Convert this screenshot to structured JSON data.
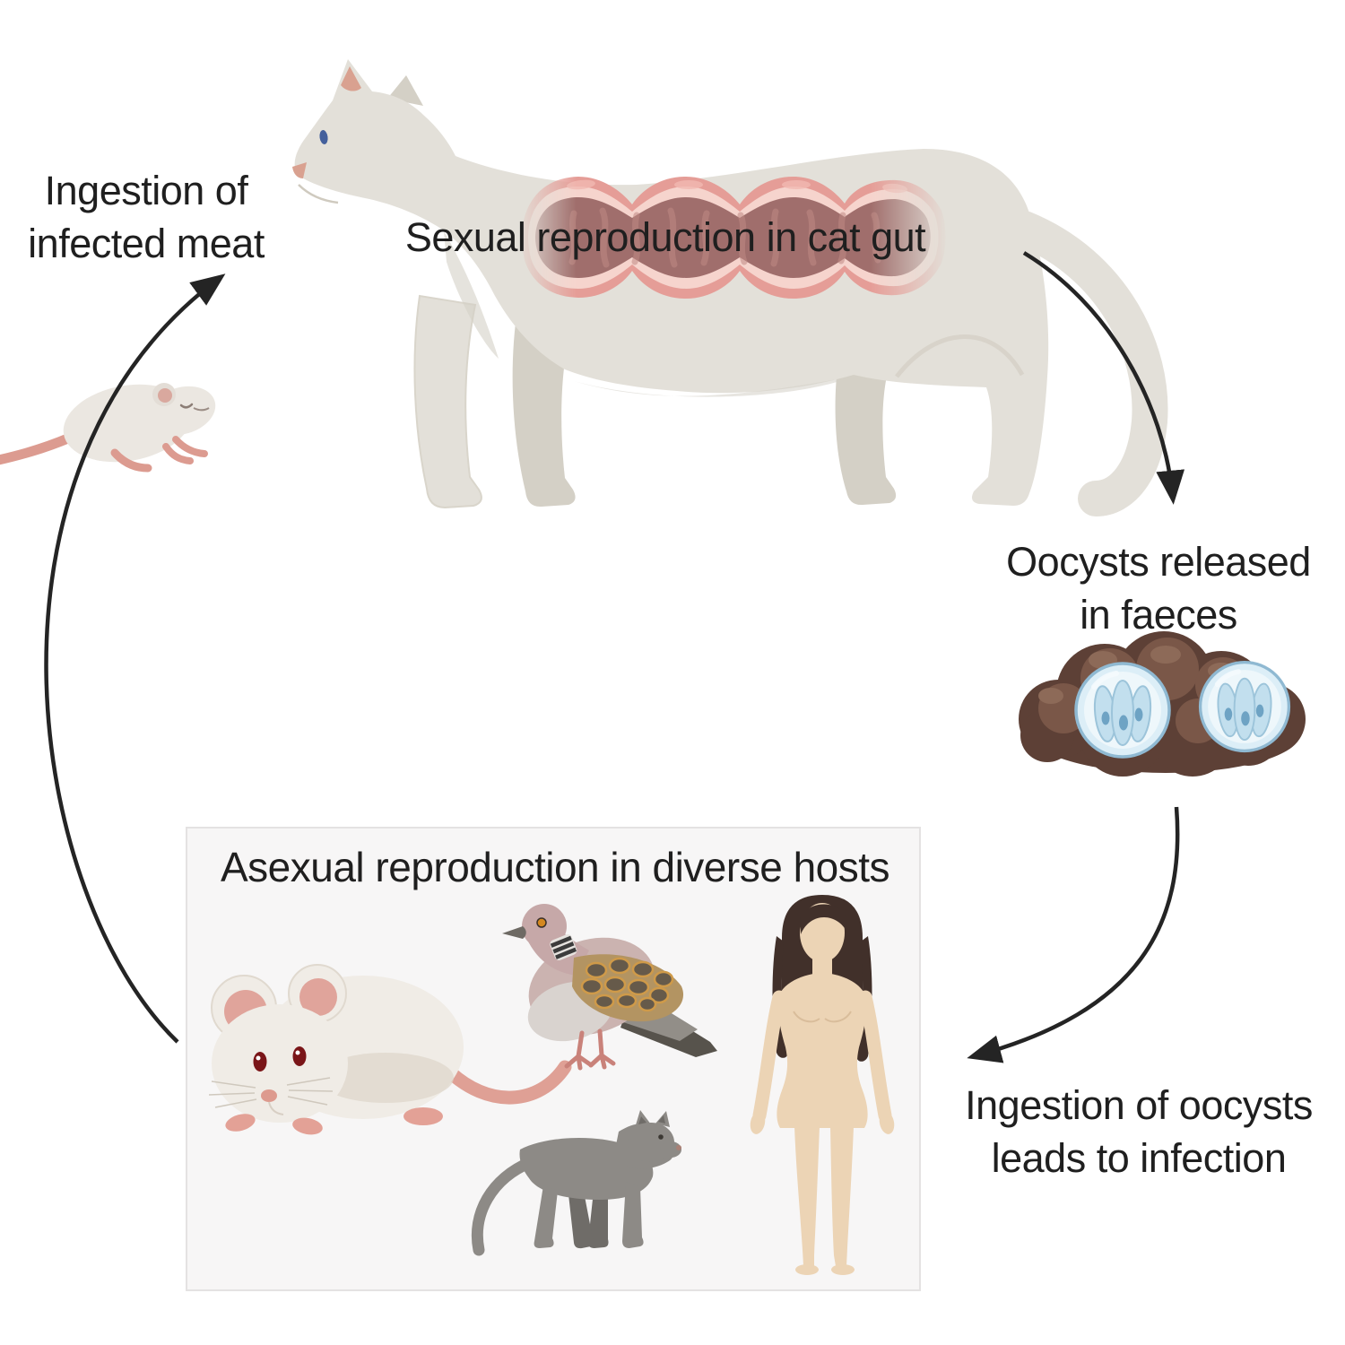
{
  "labels": {
    "ingestion_infected_meat": {
      "line1": "Ingestion of",
      "line2": "infected meat"
    },
    "sexual_reproduction_in_cat_gut": "Sexual reproduction in cat gut",
    "oocysts_released": {
      "line1": "Oocysts released",
      "line2": "in faeces"
    },
    "asexual_reproduction_box_title": "Asexual reproduction in diverse hosts",
    "ingestion_of_oocysts": {
      "line1": "Ingestion of oocysts",
      "line2": "leads to infection"
    }
  },
  "icons": {
    "definitive_host": "white-cat-side-view-with-highlighted-intestine-icon",
    "prey": "dead-white-mouse-icon",
    "faeces": "faeces-with-two-oocysts-icon",
    "host_mouse": "white-mouse-front-view-icon",
    "host_bird": "turtle-dove-icon",
    "host_cat": "grey-cat-side-view-icon",
    "host_human": "human-female-front-view-icon",
    "arrow_hosts_to_cat": "curved-arrow-up-right-icon",
    "arrow_cat_to_faeces": "curved-arrow-down-icon",
    "arrow_faeces_to_hosts": "curved-arrow-left-icon"
  },
  "colors": {
    "background": "#ffffff",
    "text": "#1f1f1f",
    "arrow": "#242424",
    "cat_body": "#e3e0d9",
    "cat_shade": "#d4d0c6",
    "ear_nose_pink": "#d9a190",
    "intestine_outer": "#e59d97",
    "intestine_ring": "#f6d4cd",
    "intestine_inner": "#a06e6c",
    "faeces_base": "#5d4036",
    "faeces_lump": "#7a5748",
    "faeces_highlight": "#8d6a58",
    "oocyst_fill": "#dceef7",
    "oocyst_ring": "#8fb9d2",
    "oocyst_lobe": "#c2dfee",
    "box_background": "#f7f6f6",
    "box_border": "#e4e2e2",
    "mouse_body": "#f0ece6",
    "mouse_pink": "#dfa095",
    "mouse_eye_red": "#7a1518",
    "dove_body": "#c9b0ad",
    "dove_wing_tan": "#c89045",
    "dove_wing_dark": "#665a4a",
    "grey_cat": "#8d8a86",
    "grey_cat_dark": "#6f6c68",
    "human_skin": "#ecd4b5",
    "human_hair": "#41302a"
  }
}
